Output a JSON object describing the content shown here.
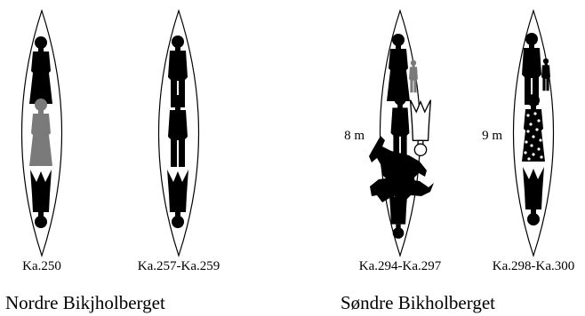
{
  "groups": [
    {
      "label": "Nordre Bikjholberget"
    },
    {
      "label": "Søndre Bikholberget"
    }
  ],
  "boats": [
    {
      "label": "Ka.250",
      "length_label": ""
    },
    {
      "label": "Ka.257-Ka.259",
      "length_label": ""
    },
    {
      "label": "Ka.294-Ka.297",
      "length_label": "8 m"
    },
    {
      "label": "Ka.298-Ka.300",
      "length_label": "9 m"
    }
  ],
  "colors": {
    "black": "#000000",
    "grey": "#7a7a7a",
    "white": "#ffffff"
  }
}
